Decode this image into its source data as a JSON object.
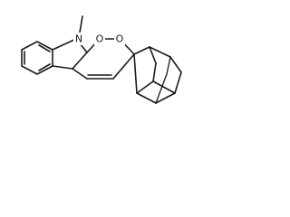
{
  "molecule": {
    "atoms": {
      "nitrogen": "N",
      "oxygen_1": "O",
      "oxygen_2": "O"
    }
  }
}
